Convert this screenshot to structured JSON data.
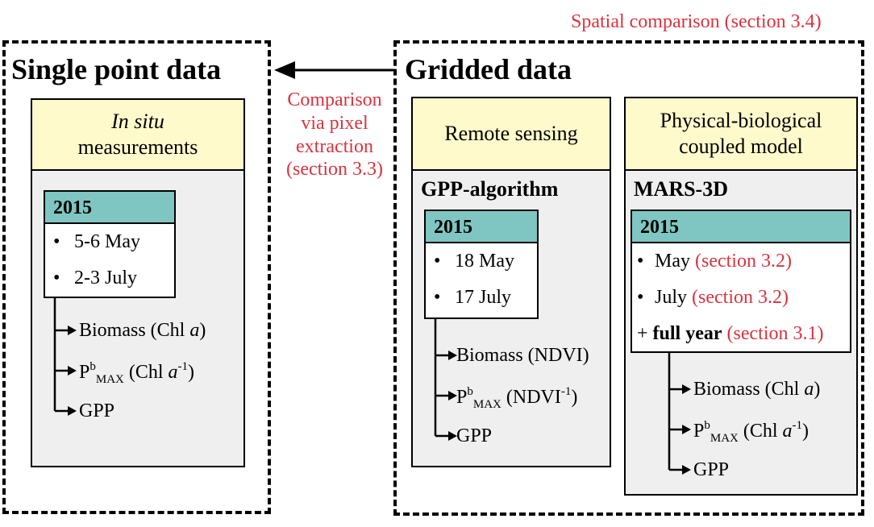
{
  "spatial_comparison": "Spatial comparison (section 3.4)",
  "comparison_note": [
    "Comparison",
    "via pixel",
    "extraction",
    "(section 3.3)"
  ],
  "single_point": {
    "title": "Single point data",
    "panel": {
      "head_italic": "In situ",
      "head_rest": "measurements",
      "year": "2015",
      "bullets": [
        "5-6 May",
        "2-3 July"
      ],
      "outputs": {
        "biomass_prefix": "Biomass (Chl ",
        "biomass_italic": "a",
        "biomass_suffix": ")",
        "pmax_base": "P",
        "pmax_sup": "b",
        "pmax_sub": "MAX",
        "pmax_prefix": " (Chl ",
        "pmax_italic": "a",
        "pmax_sup2": "-1",
        "pmax_suffix": ")",
        "gpp": "GPP"
      }
    }
  },
  "gridded": {
    "title": "Gridded data",
    "remote": {
      "head": "Remote sensing",
      "sub": "GPP-algorithm",
      "year": "2015",
      "bullets": [
        "18 May",
        "17 July"
      ],
      "outputs": {
        "biomass": "Biomass (NDVI)",
        "pmax_base": "P",
        "pmax_sup": "b",
        "pmax_sub": "MAX",
        "pmax_text": " (NDVI",
        "pmax_sup2": "-1",
        "pmax_suffix": ")",
        "gpp": "GPP"
      }
    },
    "model": {
      "head_line1": "Physical-biological",
      "head_line2": "coupled model",
      "sub": "MARS-3D",
      "year": "2015",
      "bullets": [
        {
          "bullet": "•",
          "text": "May",
          "note": "(section 3.2)"
        },
        {
          "bullet": "•",
          "text": "July",
          "note": "(section 3.2)"
        }
      ],
      "full_year": {
        "prefix": "+",
        "text": "full year",
        "note": "(section 3.1)"
      },
      "outputs": {
        "biomass_prefix": "Biomass (Chl ",
        "biomass_italic": "a",
        "biomass_suffix": ")",
        "pmax_base": "P",
        "pmax_sup": "b",
        "pmax_sub": "MAX",
        "pmax_prefix": " (Chl ",
        "pmax_italic": "a",
        "pmax_sup2": "-1",
        "pmax_suffix": ")",
        "gpp": "GPP"
      }
    }
  },
  "colors": {
    "annotation_red": "#d8343f",
    "header_yellow": "#fffacb",
    "year_teal": "#7fc6c2",
    "panel_gray": "#efefef"
  }
}
